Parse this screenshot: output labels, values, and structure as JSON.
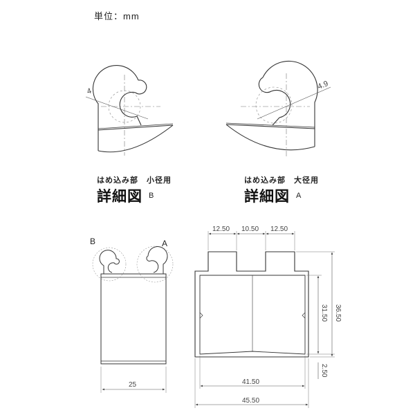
{
  "unit_label": "単位：mm",
  "details": [
    {
      "caption_small": "はめ込み部　小径用",
      "caption_big": "詳細図",
      "letter": "B",
      "dimension": "4"
    },
    {
      "caption_small": "はめ込み部　大径用",
      "caption_big": "詳細図",
      "letter": "A",
      "dimension": "4.9"
    }
  ],
  "side_view": {
    "label_b": "B",
    "label_a": "A",
    "width_dim": "25"
  },
  "front_view": {
    "top_dims": [
      "12.50",
      "10.50",
      "12.50"
    ],
    "inner_width": "41.50",
    "outer_width": "45.50",
    "inner_height": "31.50",
    "outer_height": "36.50",
    "bottom_thickness": "2.50"
  }
}
